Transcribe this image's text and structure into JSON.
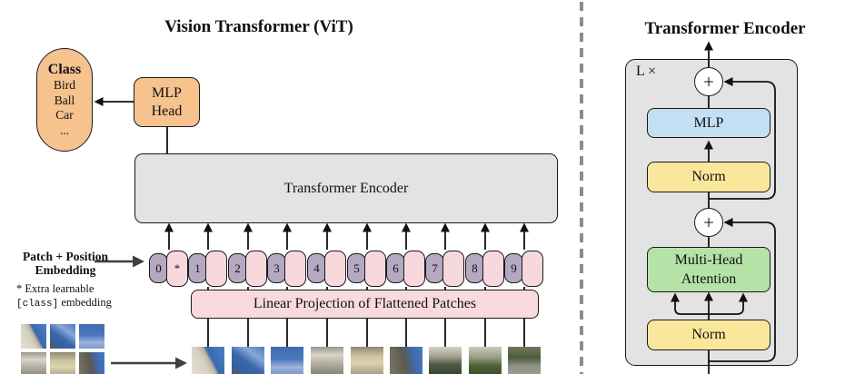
{
  "left_panel": {
    "title": "Vision Transformer (ViT)",
    "class_head": {
      "heading": "Class",
      "items": [
        "Bird",
        "Ball",
        "Car",
        "..."
      ]
    },
    "mlp_head": {
      "lines": [
        "MLP",
        "Head"
      ]
    },
    "encoder_label": "Transformer Encoder",
    "embedding_label": {
      "lines": [
        "Patch + Position",
        "Embedding"
      ]
    },
    "footnote": {
      "line1": "* Extra learnable",
      "code": "[class]",
      "line2_rest": " embedding"
    },
    "linear_projection_label": "Linear Projection of Flattened Patches",
    "tokens": [
      {
        "number": "0",
        "star": "*"
      },
      {
        "number": "1",
        "star": ""
      },
      {
        "number": "2",
        "star": ""
      },
      {
        "number": "3",
        "star": ""
      },
      {
        "number": "4",
        "star": ""
      },
      {
        "number": "5",
        "star": ""
      },
      {
        "number": "6",
        "star": ""
      },
      {
        "number": "7",
        "star": ""
      },
      {
        "number": "8",
        "star": ""
      },
      {
        "number": "9",
        "star": ""
      }
    ]
  },
  "right_panel": {
    "title": "Transformer Encoder",
    "loop_label": "L ×",
    "plus_top": "+",
    "plus_bottom": "+",
    "mlp_label": "MLP",
    "norm_top_label": "Norm",
    "mha_label": {
      "lines": [
        "Multi-Head",
        "Attention"
      ]
    },
    "norm_bottom_label": "Norm"
  },
  "colors": {
    "orange": "#f6c28e",
    "gray_box": "#e3e3e3",
    "token_purple": "#b4a9c1",
    "token_pink": "#f6d8dd",
    "projection_pink": "#f8dade",
    "mlp_blue": "#c3dff3",
    "norm_yellow": "#fbe79b",
    "attention_green": "#b5e2a6",
    "circle_white": "#ffffff",
    "divider_gray": "#8c8c8c"
  },
  "patch_images": {
    "row": [
      "linear-gradient(62deg, #e3dfd2 0%, #d7d1c0 38%, #bcb6a4 52%, #3b68ae 60%, #4f80c4 100%)",
      "linear-gradient(215deg, #4d7cc0 0%, #87a7d6 30%, #3b67ad 55%, #35619f 78%, #55585a 100%)",
      "linear-gradient(180deg, #3f6cb2 0%, #4a77bc 45%, #9db4da 75%, #7d99cb 100%)",
      "linear-gradient(180deg, #9c978c 0%, #d8d4c9 30%, #b5afa2 60%, #89847a 100%)",
      "linear-gradient(180deg, #8f8878 0%, #cdc3a0 35%, #ddd3ae 60%, #a99f86 100%)",
      "linear-gradient(78deg, #7a7668 0%, #5d594f 45%, #3e6bb1 72%, #4a78bd 100%)",
      "linear-gradient(180deg, #d6d1c4 0%, #a4a294 35%, #4f5a42 65%, #39452f 100%)",
      "linear-gradient(180deg, #cfcabd 0%, #959d80 40%, #4e6038 70%, #42522f 100%)",
      "linear-gradient(180deg, #6f7a5c 0%, #4c5c39 40%, #8e9184 70%, #9a9c93 100%)"
    ]
  }
}
